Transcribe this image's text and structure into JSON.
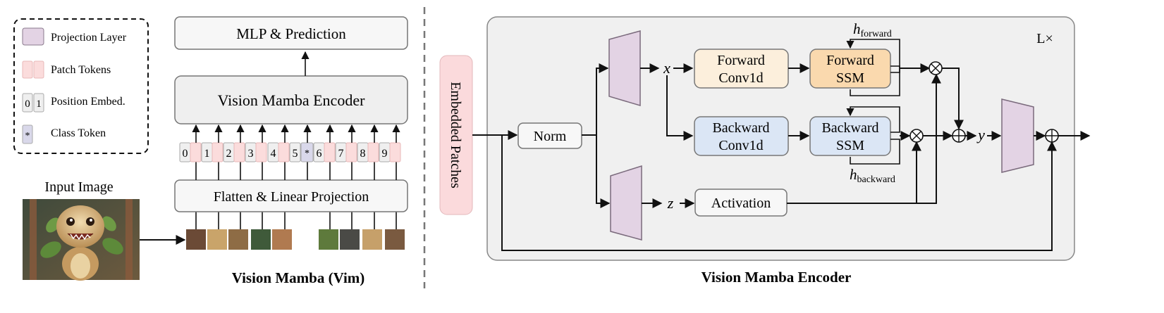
{
  "legend": {
    "items": [
      {
        "label": "Projection Layer"
      },
      {
        "label": "Patch Tokens"
      },
      {
        "label": "Position Embed.",
        "glyph_left": "0",
        "glyph_right": "1"
      },
      {
        "label": "Class Token",
        "glyph": "*"
      }
    ]
  },
  "left": {
    "caption": "Vision Mamba (Vim)",
    "input_label": "Input Image",
    "mlp_label": "MLP & Prediction",
    "encoder_label": "Vision Mamba Encoder",
    "flatten_label": "Flatten & Linear Projection",
    "positions": [
      "0",
      "1",
      "2",
      "3",
      "4",
      "5",
      "6",
      "7",
      "8",
      "9"
    ],
    "class_token_glyph": "*"
  },
  "right": {
    "caption": "Vision Mamba Encoder",
    "embedded_label": "Embedded Patches",
    "norm_label": "Norm",
    "forward_conv_line1": "Forward",
    "forward_conv_line2": "Conv1d",
    "forward_ssm_line1": "Forward",
    "forward_ssm_line2": "SSM",
    "backward_conv_line1": "Backward",
    "backward_conv_line2": "Conv1d",
    "backward_ssm_line1": "Backward",
    "backward_ssm_line2": "SSM",
    "activation_label": "Activation",
    "repeat_label": "L×",
    "var_x": "x",
    "var_z": "z",
    "var_y": "y",
    "h_symbol": "h",
    "h_forward_sub": "forward",
    "h_backward_sub": "backward",
    "multiply_symbol": "⊗",
    "add_symbol": "⊕"
  },
  "colors": {
    "projection_layer": "#e3d3e4",
    "patch_token": "#fbdcdc",
    "class_token": "#d9d8ea",
    "position_embed": "#efefef",
    "forward_conv": "#fcefdc",
    "forward_ssm": "#fad9ae",
    "backward": "#dbe6f5",
    "embedded": "#fbdadc",
    "encoder_panel": "#f0f0f0",
    "box_fill": "#f3f3f3",
    "stroke": "#777777"
  }
}
